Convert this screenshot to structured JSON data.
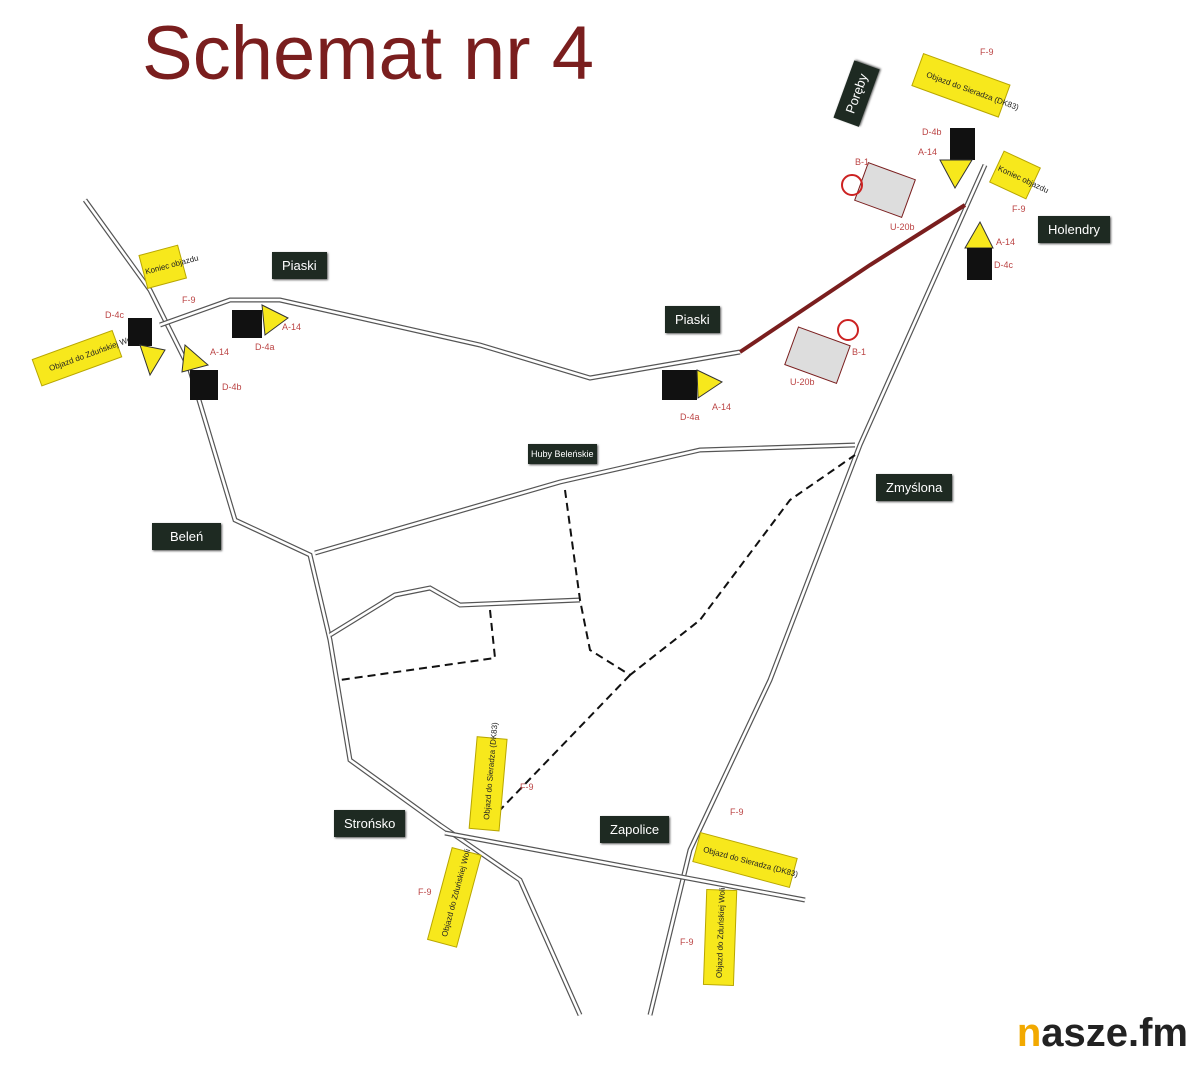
{
  "title": "Schemat nr 4",
  "places": {
    "piaski_1": "Piaski",
    "piaski_2": "Piaski",
    "huby": "Huby Beleńskie",
    "zmyslona": "Zmyślona",
    "belen": "Beleń",
    "holendry": "Holendry",
    "poreby": "Poręby",
    "stronsko": "Strońsko",
    "zapolice": "Zapolice"
  },
  "signs": {
    "detour_zdunska": "Objazd do Zduńskiej Woli",
    "detour_sieradz": "Objazd do Sieradza (DK83)",
    "detour_end": "Koniec objazdu",
    "a14": "A-14",
    "d4a": "D-4a",
    "d4b": "D-4b",
    "d4c": "D-4c",
    "f9": "F-9",
    "b1": "B-1",
    "u20b": "U-20b"
  },
  "logo": {
    "n": "n",
    "rest": "asze.fm"
  },
  "colors": {
    "title": "#7a1e1e",
    "sign": "#f7e81c",
    "closed_road": "#7a1e1e"
  }
}
